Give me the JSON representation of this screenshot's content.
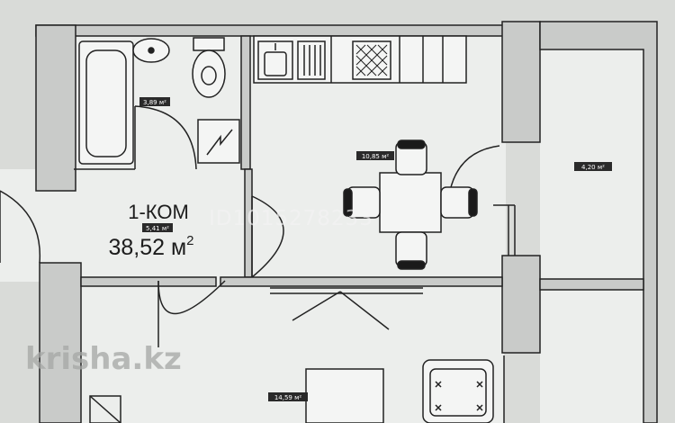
{
  "plan": {
    "title_line1": "1-КОМ",
    "title_line2": "38,52 м",
    "title_sup": "2",
    "area_tags": {
      "bathroom": "3,89 м²",
      "hallway": "5,41 м²",
      "kitchen": "10,85 м²",
      "balcony": "4,20 м²",
      "living": "14,59 м²"
    },
    "watermark_id": "ID1015278233",
    "watermark_site": "krisha.kz"
  },
  "colors": {
    "paper": "#d9dbd8",
    "room_fill": "#eceeec",
    "wall_fill": "#c9cbc9",
    "line": "#222222",
    "tag_fill": "#2a2a2a"
  }
}
